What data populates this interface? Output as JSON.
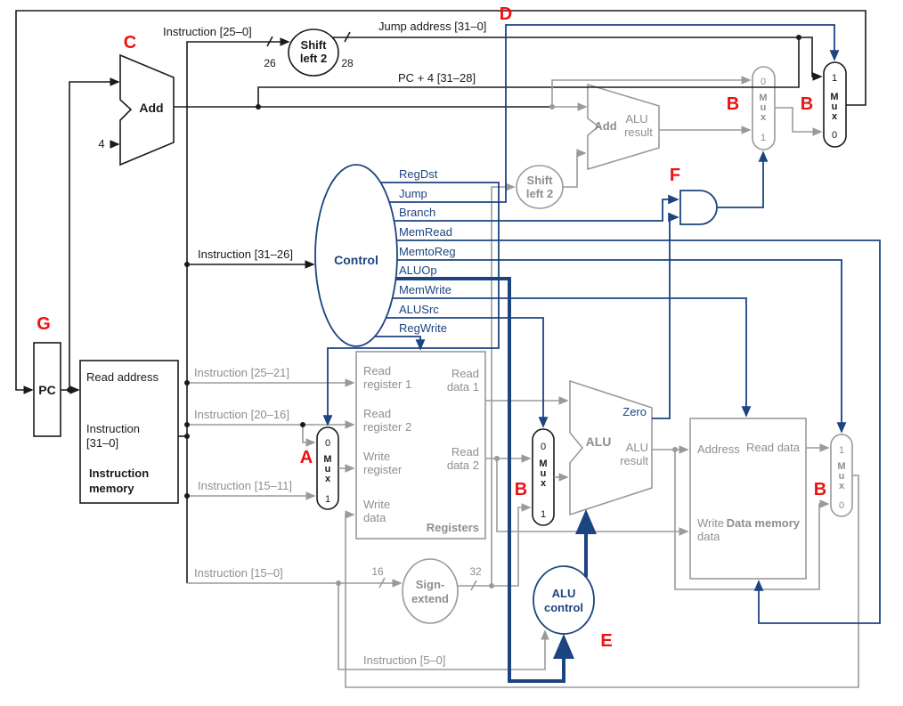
{
  "markers": {
    "a": "A",
    "b": "B",
    "c": "C",
    "d": "D",
    "e": "E",
    "f": "F",
    "g": "G"
  },
  "mux": {
    "zero": "0",
    "one": "1",
    "m": "M",
    "u": "u",
    "x": "x"
  },
  "top": {
    "instr_25_0": "Instruction [25–0]",
    "shift_l1": "Shift",
    "shift_l2": "left 2",
    "w26": "26",
    "w28": "28",
    "jump_address": "Jump address [31–0]",
    "pc4": "PC + 4 [31–28]"
  },
  "adders": {
    "add": "Add",
    "alu_l1": "ALU",
    "alu_l2": "result"
  },
  "pc": {
    "label": "PC",
    "four": "4"
  },
  "imem": {
    "read_address": "Read address",
    "out_l1": "Instruction",
    "out_l2": "[31–0]",
    "title_l1": "Instruction",
    "title_l2": "memory"
  },
  "instr_fields": {
    "f31_26": "Instruction [31–26]",
    "f25_21": "Instruction [25–21]",
    "f20_16": "Instruction [20–16]",
    "f15_11": "Instruction [15–11]",
    "f15_0": "Instruction [15–0]",
    "f5_0": "Instruction [5–0]"
  },
  "control": {
    "title": "Control",
    "regdst": "RegDst",
    "jump": "Jump",
    "branch": "Branch",
    "memread": "MemRead",
    "memtoreg": "MemtoReg",
    "aluop": "ALUOp",
    "memwrite": "MemWrite",
    "alusrc": "ALUSrc",
    "regwrite": "RegWrite"
  },
  "registers": {
    "read": "Read",
    "write": "Write",
    "reg1": "register 1",
    "reg2": "register 2",
    "reg": "register",
    "data": "data",
    "data1": "data 1",
    "data2": "data 2",
    "title": "Registers"
  },
  "signext": {
    "l1": "Sign-",
    "l2": "extend",
    "w16": "16",
    "w32": "32"
  },
  "shift2": {
    "l1": "Shift",
    "l2": "left 2"
  },
  "alu": {
    "title": "ALU",
    "zero": "Zero",
    "res_l1": "ALU",
    "res_l2": "result"
  },
  "alu_control": {
    "l1": "ALU",
    "l2": "control"
  },
  "dmem": {
    "address": "Address",
    "read_data": "Read data",
    "write": "Write",
    "data": "data",
    "title": "Data memory"
  }
}
